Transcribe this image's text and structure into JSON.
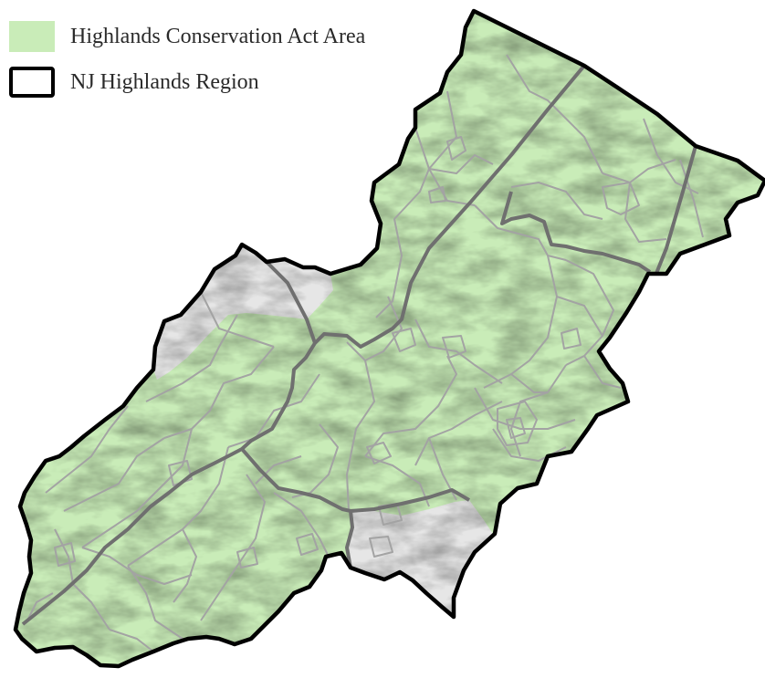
{
  "legend": {
    "items": [
      {
        "label": "Highlands Conservation Act Area",
        "symbol": "green-fill-swatch"
      },
      {
        "label": "NJ Highlands Region",
        "symbol": "black-outline-swatch"
      }
    ]
  },
  "colors": {
    "act_area_fill": "#c9ecb8",
    "non_act_fill": "#e6e6e6",
    "region_outline": "#000000",
    "county_boundary": "#6f6f6f",
    "municipal_boundary": "#a3a3a3"
  }
}
